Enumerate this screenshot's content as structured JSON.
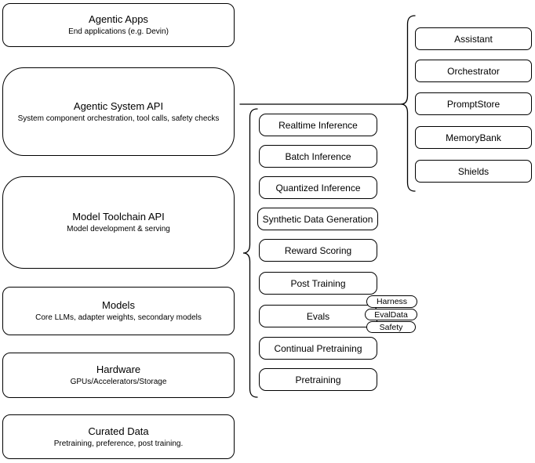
{
  "diagram": {
    "layers": [
      {
        "title": "Agentic Apps",
        "subtitle": "End applications (e.g. Devin)"
      },
      {
        "title": "Agentic System API",
        "subtitle": "System component orchestration, tool calls, safety checks"
      },
      {
        "title": "Model Toolchain API",
        "subtitle": "Model development & serving"
      },
      {
        "title": "Models",
        "subtitle": "Core LLMs, adapter weights, secondary models"
      },
      {
        "title": "Hardware",
        "subtitle": "GPUs/Accelerators/Storage"
      },
      {
        "title": "Curated Data",
        "subtitle": "Pretraining, preference, post training."
      }
    ],
    "toolchain_services": [
      "Realtime Inference",
      "Batch Inference",
      "Quantized Inference",
      "Synthetic Data Generation",
      "Reward Scoring",
      "Post Training",
      "Evals",
      "Continual Pretraining",
      "Pretraining"
    ],
    "system_components": [
      "Assistant",
      "Orchestrator",
      "PromptStore",
      "MemoryBank",
      "Shields"
    ],
    "evals_tags": [
      "Harness",
      "EvalData",
      "Safety"
    ],
    "colors": {
      "stroke": "#000000",
      "fill": "#ffffff",
      "text": "#000000"
    }
  }
}
